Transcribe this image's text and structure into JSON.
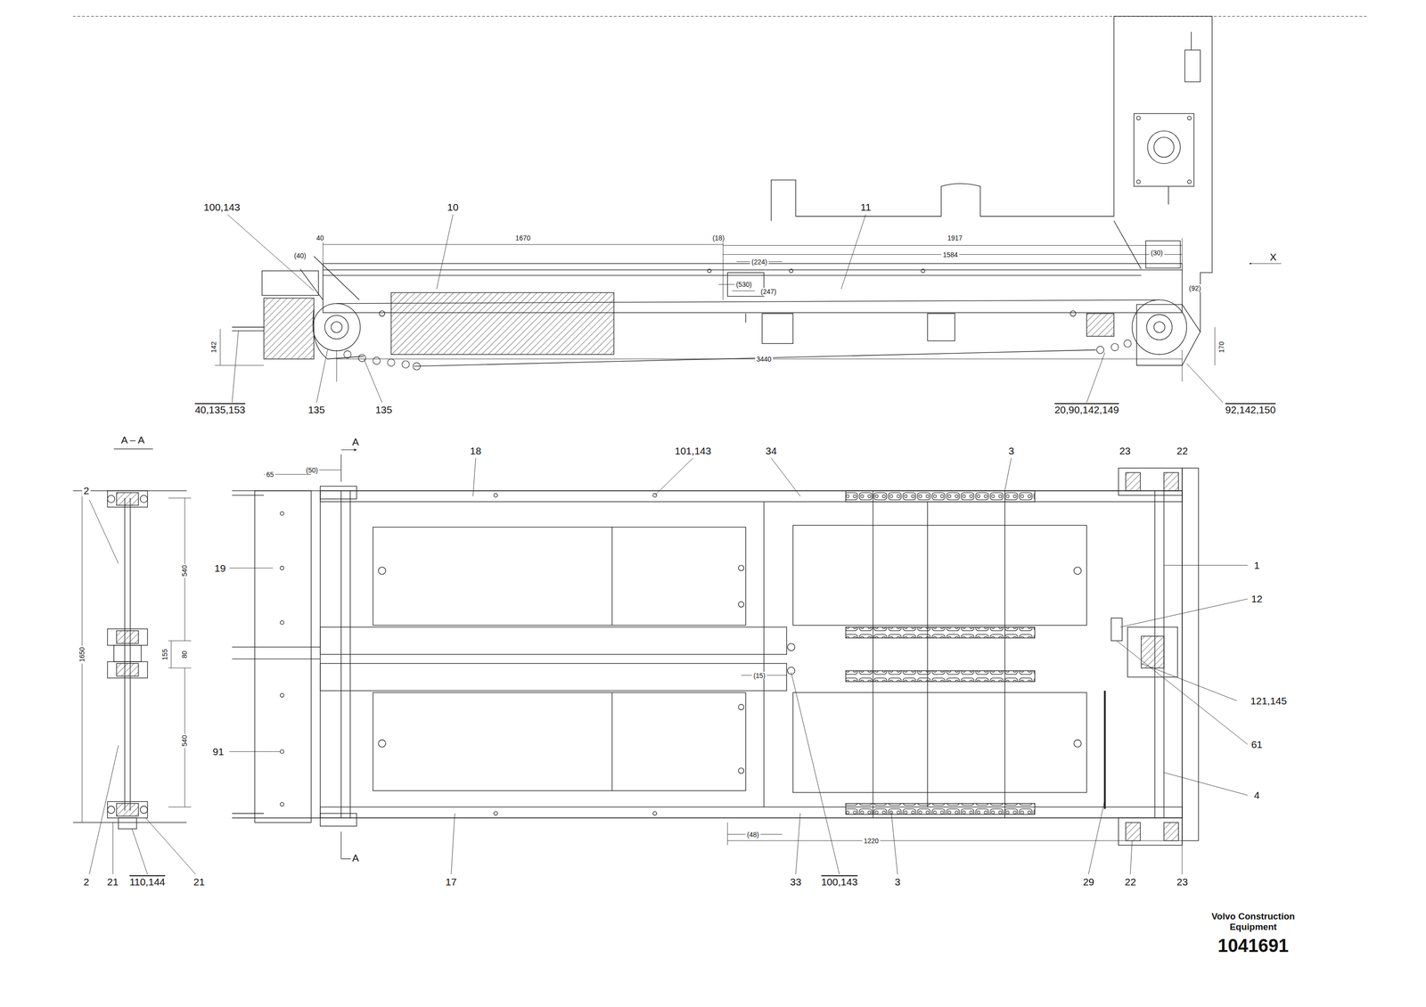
{
  "diagram": {
    "labels": [
      "100,143",
      "10",
      "11",
      "X",
      "40",
      "(40)",
      "1670",
      "(18)",
      "1917",
      "1584",
      "(224)",
      "(530)",
      "(247)",
      "(30)",
      "(92)",
      "142",
      "170",
      "3440",
      "40,135,153",
      "135",
      "135",
      "20,90,142,149",
      "92,142,150",
      "A – A",
      "A",
      "18",
      "101,143",
      "34",
      "3",
      "23",
      "22",
      "2",
      "65",
      "(50)",
      "1",
      "19",
      "540",
      "12",
      "1650",
      "155",
      "80",
      "(15)",
      "121,145",
      "61",
      "91",
      "540",
      "4",
      "(48)",
      "1220",
      "A",
      "2",
      "21",
      "110,144",
      "21",
      "17",
      "33",
      "100,143",
      "3",
      "29",
      "22",
      "23",
      "Volvo Construction Equipment",
      "1041691"
    ]
  }
}
